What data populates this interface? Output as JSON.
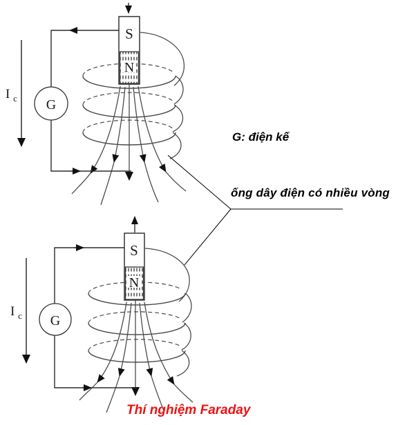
{
  "colors": {
    "stroke": "#4a4a4a",
    "wire": "#2b2b2b",
    "pointer": "#000000",
    "text": "#000000",
    "caption": "#ee1111"
  },
  "labels": {
    "galvanometer_legend": "G: điện kế",
    "coil_legend": "ống dây điện có nhiều vòng",
    "caption": "Thí nghiệm Faraday"
  },
  "top_diagram": {
    "pole_top": "S",
    "pole_bottom": "N",
    "meter": "G",
    "current": "I",
    "current_sub": "c"
  },
  "bottom_diagram": {
    "pole_top": "S",
    "pole_bottom": "N",
    "meter": "G",
    "current": "I",
    "current_sub": "c"
  }
}
